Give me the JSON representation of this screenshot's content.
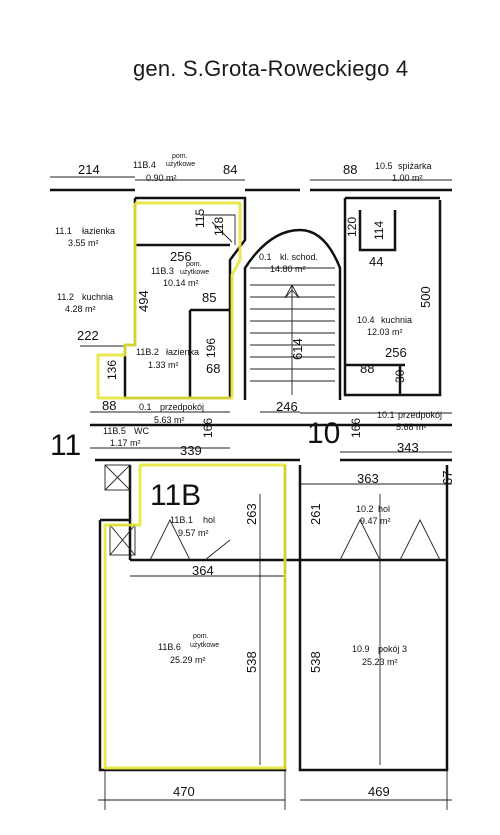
{
  "title": "gen. S.Grota-Roweckiego 4",
  "dimensions": {
    "d214": "214",
    "d84": "84",
    "d88a": "88",
    "d115": "115",
    "d118": "118",
    "d256a": "256",
    "d494": "494",
    "d85": "85",
    "d222": "222",
    "d196": "196",
    "d136": "136",
    "d68": "68",
    "d88b": "88",
    "d246": "246",
    "d166a": "166",
    "d339": "339",
    "d166b": "166",
    "d343": "343",
    "d363": "363",
    "d67": "67",
    "d263": "263",
    "d261": "261",
    "d364": "364",
    "d538a": "538",
    "d538b": "538",
    "d470": "470",
    "d469": "469",
    "d120": "120",
    "d114": "114",
    "d44": "44",
    "d500": "500",
    "d614": "614",
    "d256b": "256",
    "d88c": "88",
    "d30": "30"
  },
  "units": {
    "u11": "11",
    "u11B": "11B",
    "u10": "10"
  },
  "rooms": {
    "r11B4": {
      "name": "11B.4",
      "desc1": "pom.",
      "desc2": "użytkowe",
      "area": "0.90 m²"
    },
    "r105": {
      "name": "10.5",
      "desc": "spiżarka",
      "area": "1.00 m²"
    },
    "r111": {
      "name": "11.1",
      "desc": "łazienka",
      "area": "3.55 m²"
    },
    "r11B3": {
      "name": "11B.3",
      "desc1": "pom.",
      "desc2": "użytkowe",
      "area": "10.14 m²"
    },
    "r01a": {
      "name": "0.1",
      "desc": "kl. schod.",
      "area": "14.80 m²"
    },
    "r112": {
      "name": "11.2",
      "desc": "kuchnia",
      "area": "4.28 m²"
    },
    "r104": {
      "name": "10.4",
      "desc": "kuchnia",
      "area": "12.03 m²"
    },
    "r11B2": {
      "name": "11B.2",
      "desc": "łazienka",
      "area": "1.33 m²"
    },
    "r01b": {
      "name": "0.1",
      "desc": "przedpokój",
      "area": "5.63 m²"
    },
    "r101": {
      "name": "10.1",
      "desc": "przedpokój",
      "area": "5.68 m²"
    },
    "r11B5": {
      "name": "11B.5",
      "desc": "WC",
      "area": "1.17 m²"
    },
    "r11B1": {
      "name": "11B.1",
      "desc": "hol",
      "area": "9.57 m²"
    },
    "r102": {
      "name": "10.2",
      "desc": "hol",
      "area": "9.47 m²"
    },
    "r11B6": {
      "name": "11B.6",
      "desc1": "pom.",
      "desc2": "użytkowe",
      "area": "25.29 m²"
    },
    "r109": {
      "name": "10.9",
      "desc": "pokój 3",
      "area": "25.23 m²"
    }
  }
}
